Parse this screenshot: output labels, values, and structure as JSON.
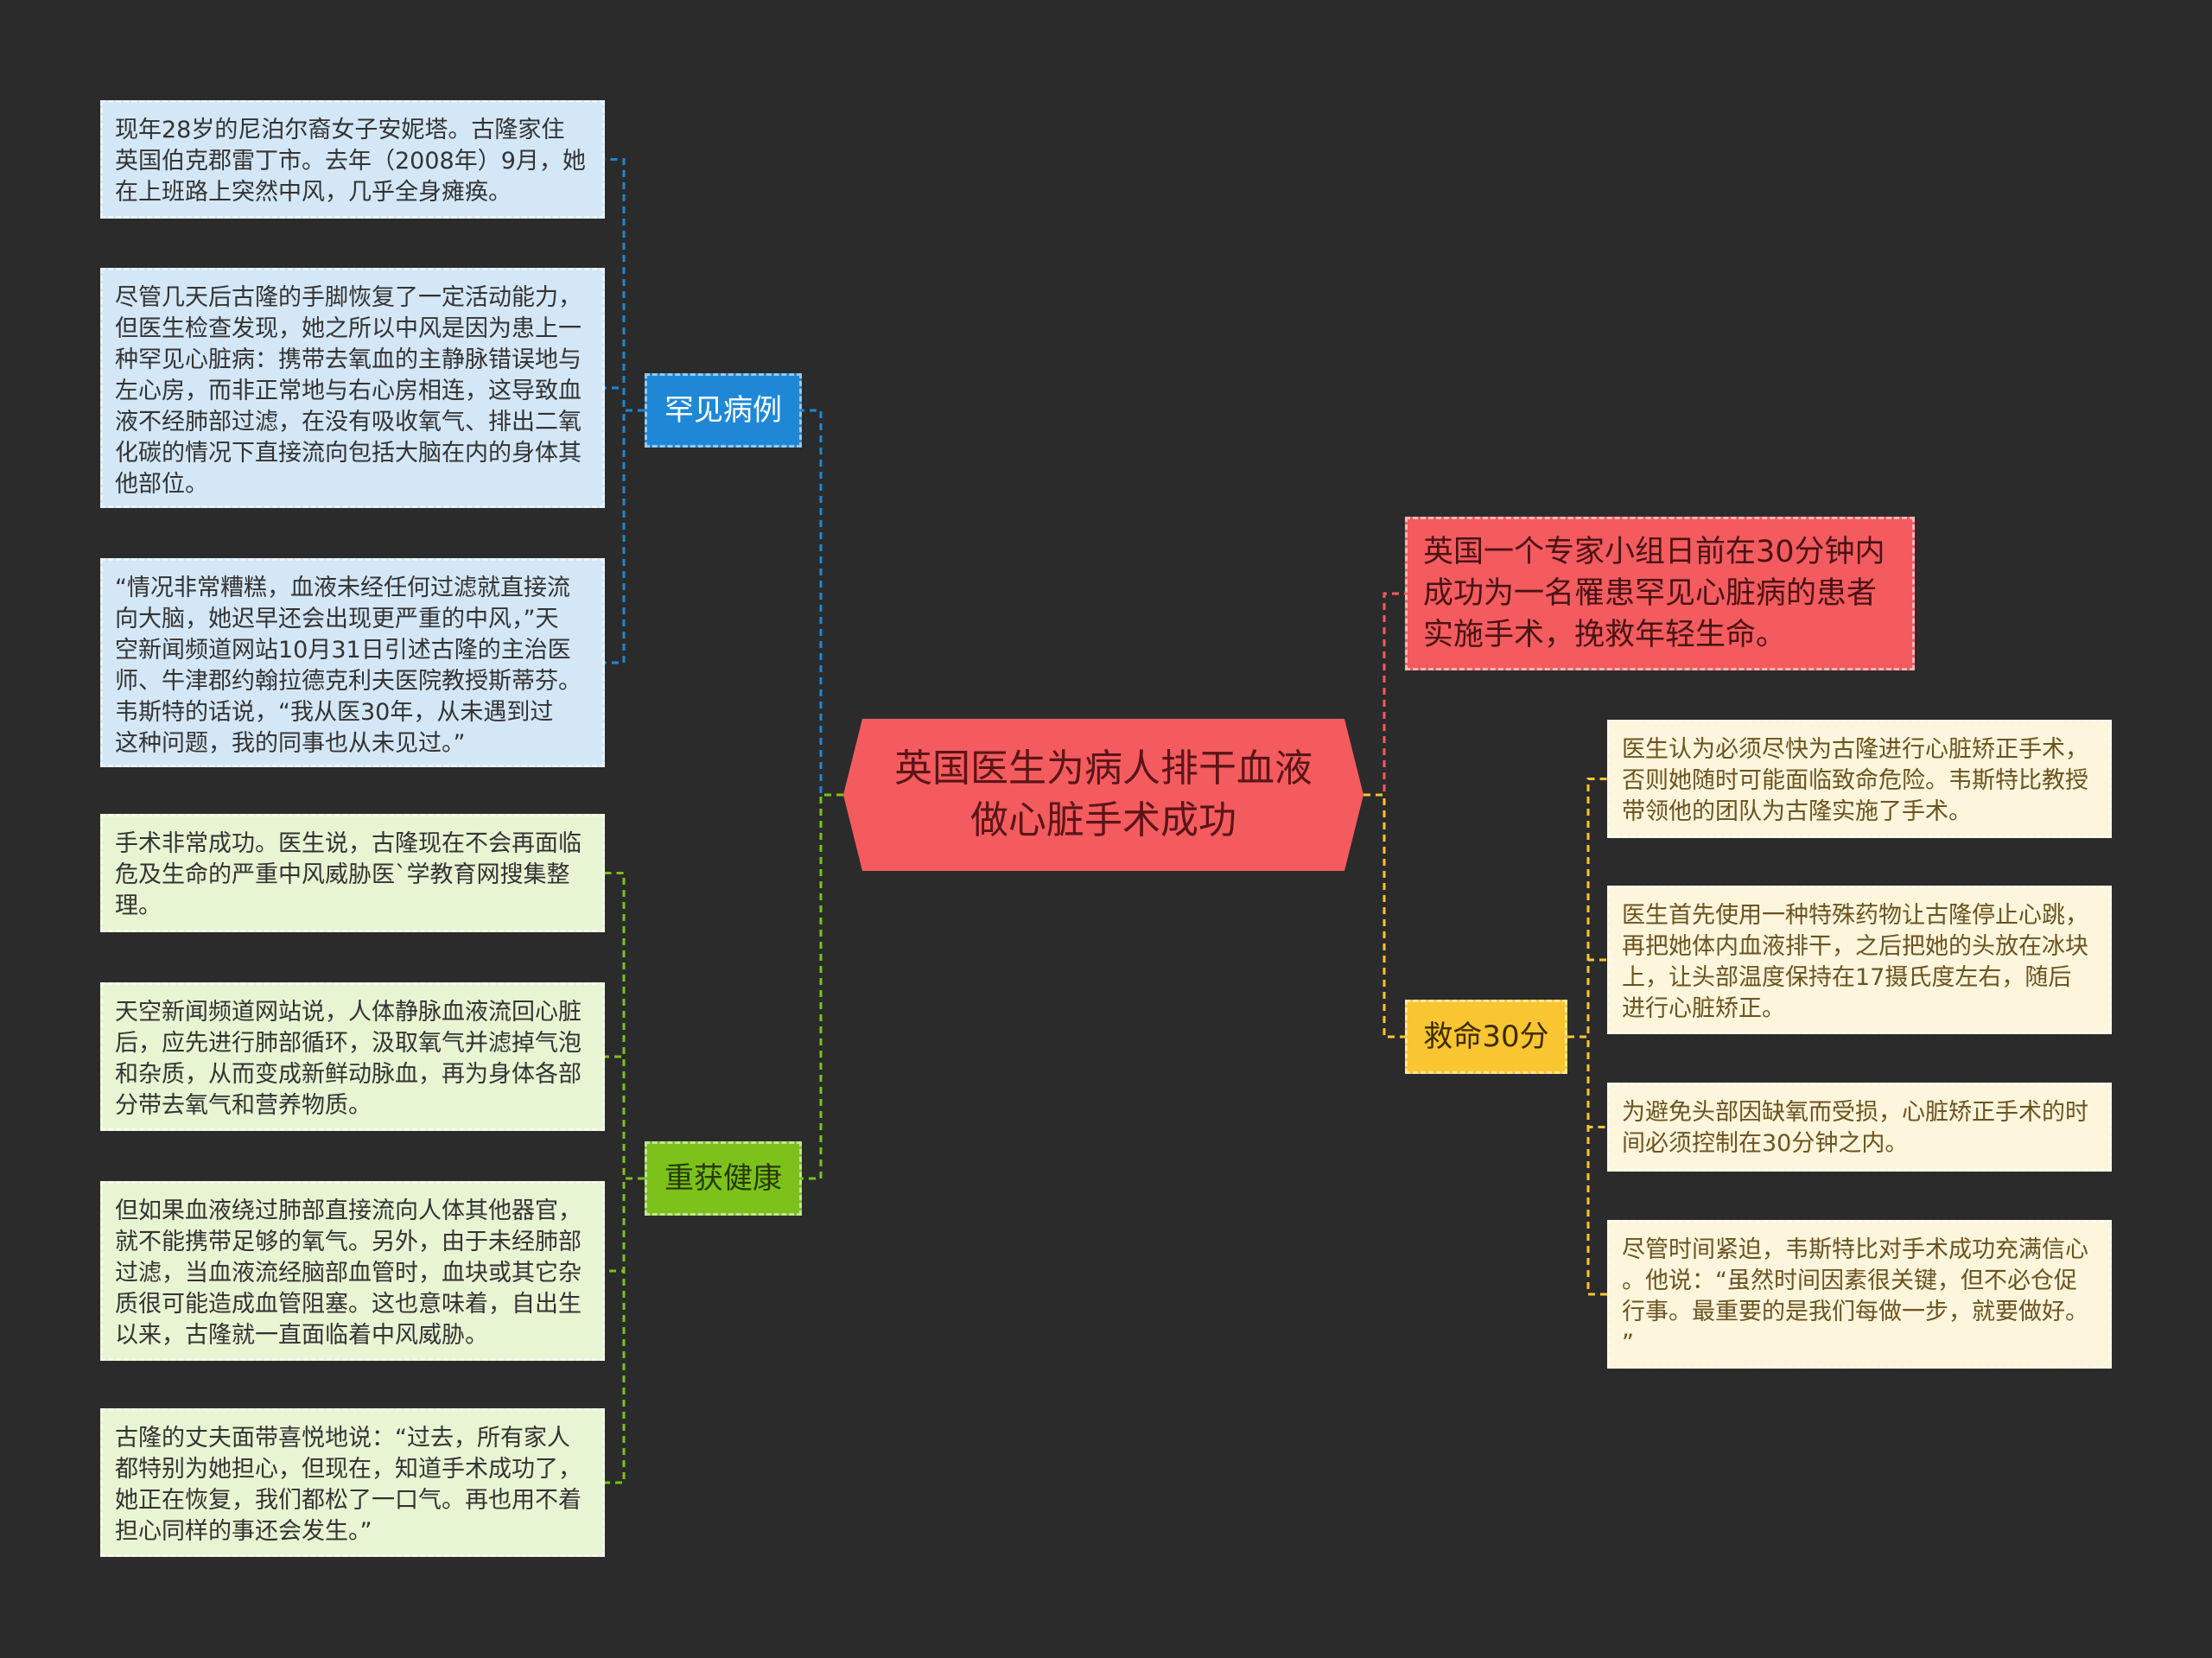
{
  "center": {
    "title": "英国医生为病人排干血液\n做心脏手术成功"
  },
  "summary": {
    "text": "英国一个专家小组日前在30分钟内\n成功为一名罹患罕见心脏病的患者\n实施手术，挽救年轻生命。"
  },
  "branches": {
    "rare": {
      "label": "罕见病例",
      "leaves": [
        "现年28岁的尼泊尔裔女子安妮塔。古隆家住\n英国伯克郡雷丁市。去年（2008年）9月，她\n在上班路上突然中风，几乎全身瘫痪。",
        "尽管几天后古隆的手脚恢复了一定活动能力，\n但医生检查发现，她之所以中风是因为患上一\n种罕见心脏病：携带去氧血的主静脉错误地与\n左心房，而非正常地与右心房相连，这导致血\n液不经肺部过滤，在没有吸收氧气、排出二氧\n化碳的情况下直接流向包括大脑在内的身体其\n他部位。",
        "“情况非常糟糕，血液未经任何过滤就直接流\n向大脑，她迟早还会出现更严重的中风，”天\n空新闻频道网站10月31日引述古隆的主治医\n师、牛津郡约翰拉德克利夫医院教授斯蒂芬。\n韦斯特的话说，“我从医30年，从未遇到过\n这种问题，我的同事也从未见过。”"
      ]
    },
    "health": {
      "label": "重获健康",
      "leaves": [
        "手术非常成功。医生说，古隆现在不会再面临\n危及生命的严重中风威胁医`学教育网搜集整\n理。",
        "天空新闻频道网站说，人体静脉血液流回心脏\n后，应先进行肺部循环，汲取氧气并滤掉气泡\n和杂质，从而变成新鲜动脉血，再为身体各部\n分带去氧气和营养物质。",
        "但如果血液绕过肺部直接流向人体其他器官，\n就不能携带足够的氧气。另外，由于未经肺部\n过滤，当血液流经脑部血管时，血块或其它杂\n质很可能造成血管阻塞。这也意味着，自出生\n以来，古隆就一直面临着中风威胁。",
        "古隆的丈夫面带喜悦地说：“过去，所有家人\n都特别为她担心，但现在，知道手术成功了，\n她正在恢复，我们都松了一口气。再也用不着\n担心同样的事还会发生。”"
      ]
    },
    "rescue": {
      "label": "救命30分",
      "leaves": [
        "医生认为必须尽快为古隆进行心脏矫正手术，\n否则她随时可能面临致命危险。韦斯特比教授\n带领他的团队为古隆实施了手术。",
        "医生首先使用一种特殊药物让古隆停止心跳，\n再把她体内血液排干，之后把她的头放在冰块\n上，让头部温度保持在17摄氏度左右，随后\n进行心脏矫正。",
        "为避免头部因缺氧而受损，心脏矫正手术的时\n间必须控制在30分钟之内。",
        "尽管时间紧迫，韦斯特比对手术成功充满信心\n。他说：“虽然时间因素很关键，但不必仓促\n行事。最重要的是我们每做一步，就要做好。\n”"
      ]
    }
  },
  "colors": {
    "background": "#2b2b2b",
    "center": "#f35b5f",
    "blue": "#1e88d6",
    "green": "#7cc21b",
    "yellow": "#f9c531",
    "red": "#f35b5f"
  }
}
